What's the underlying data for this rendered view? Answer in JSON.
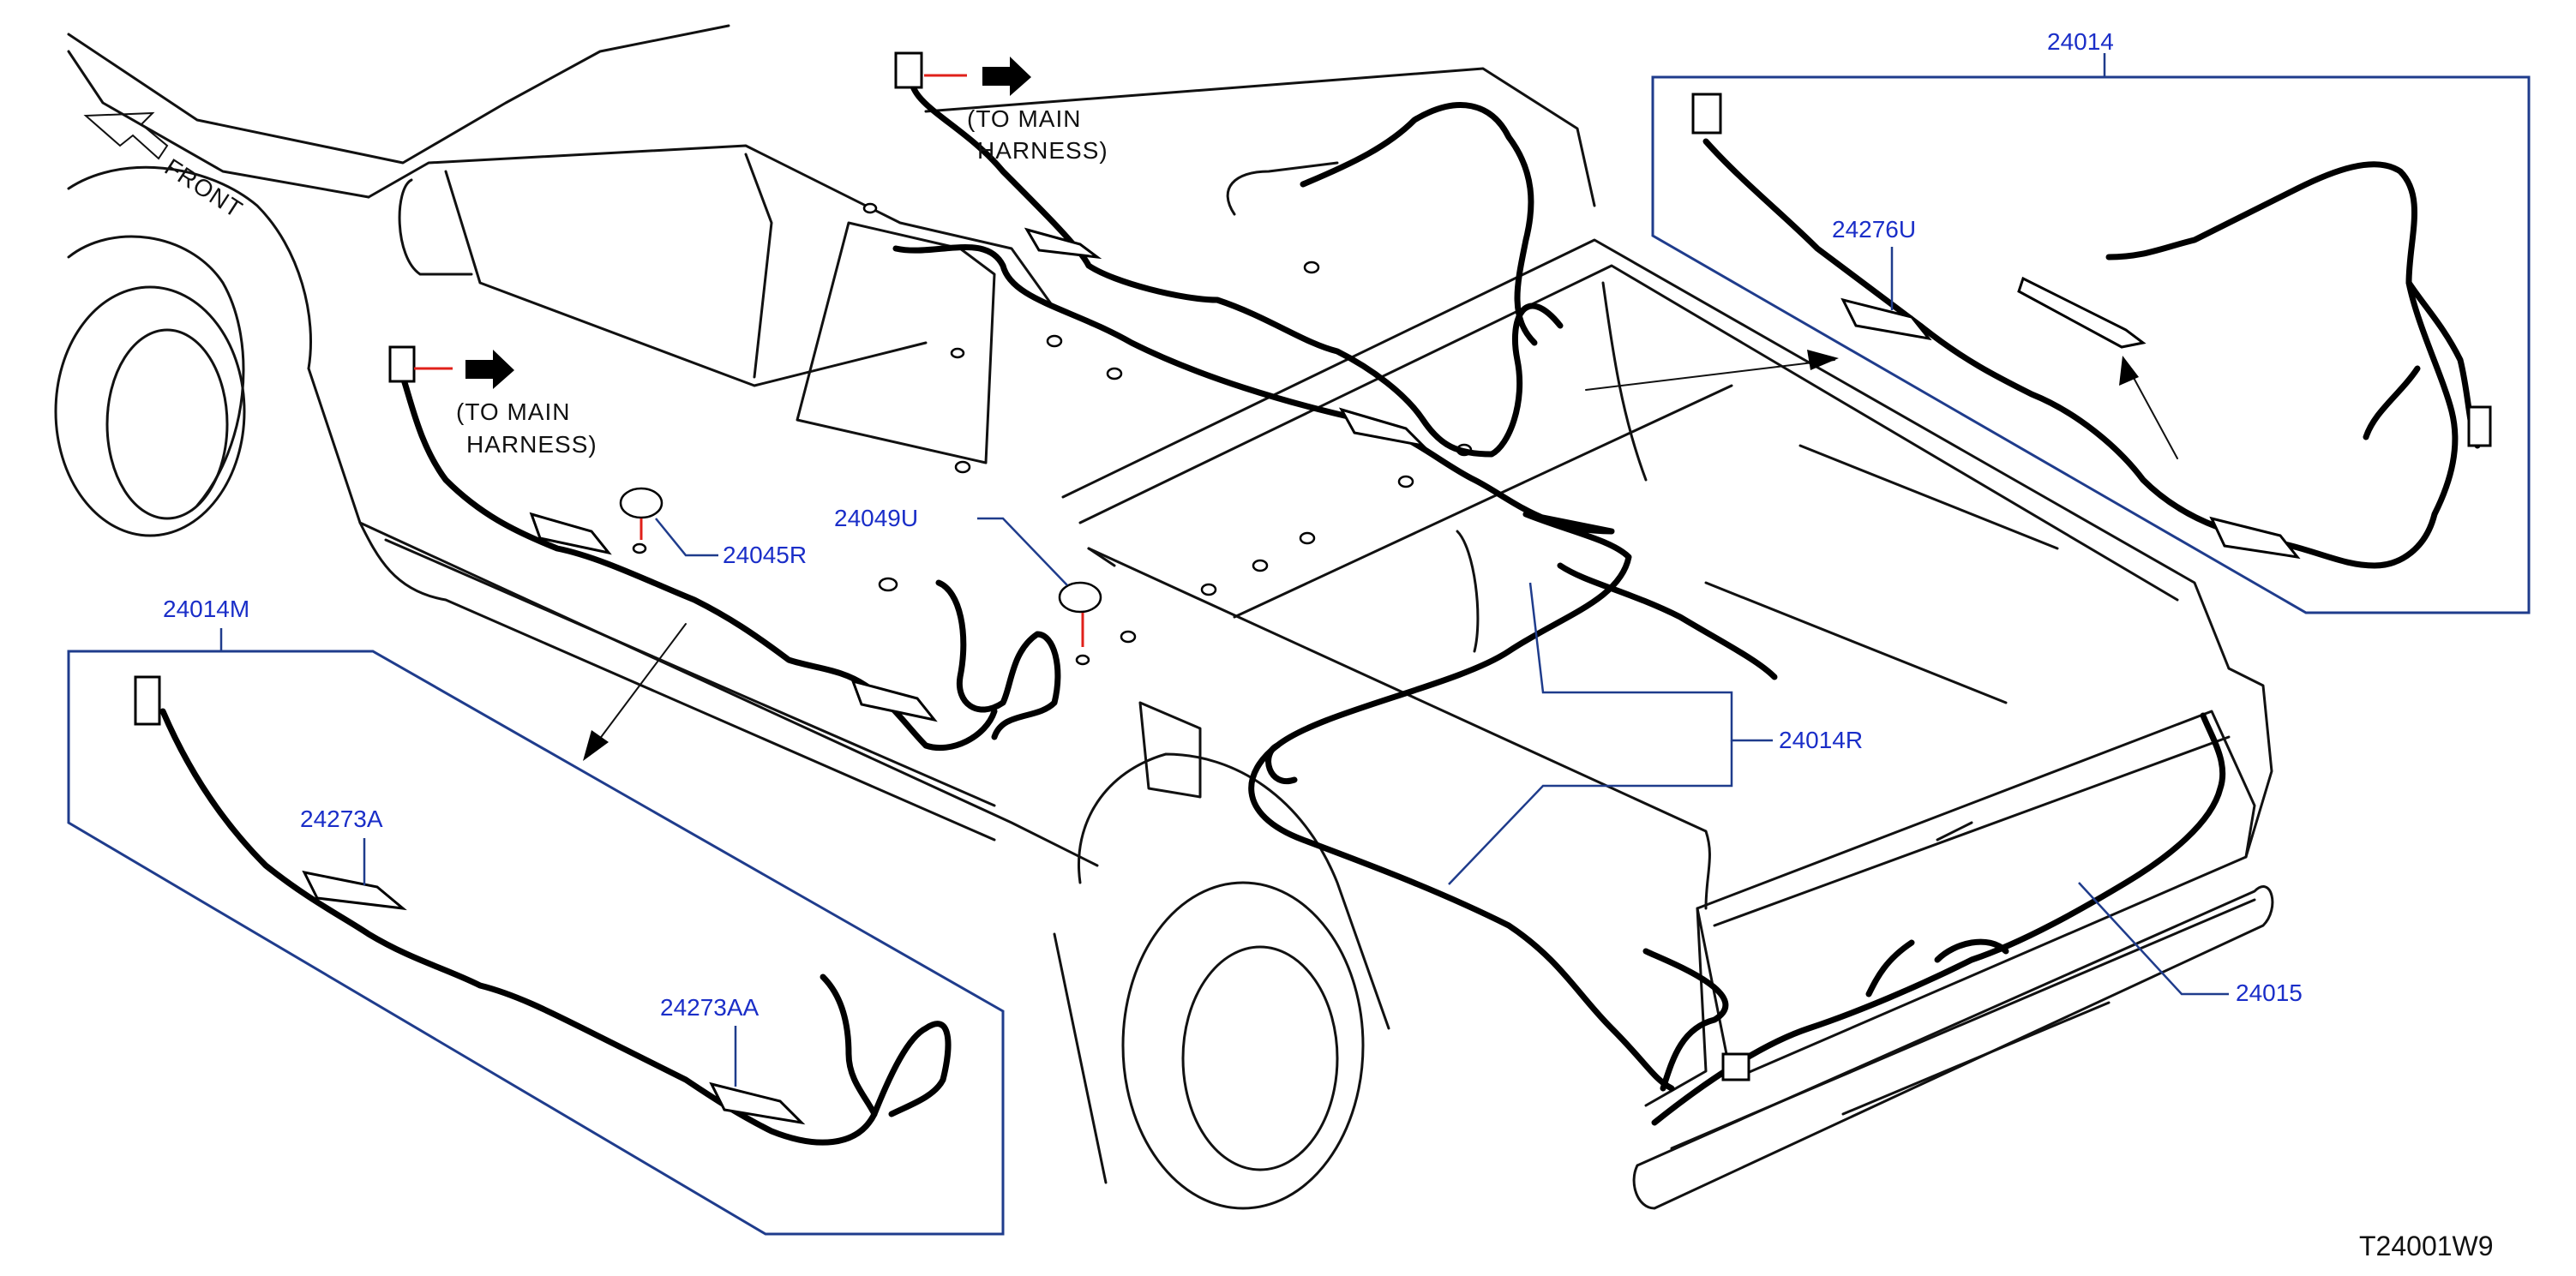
{
  "front_label": "FRONT",
  "to_main_harness_upper": {
    "line1": "(TO   MAIN",
    "line2": "HARNESS)"
  },
  "to_main_harness_lower": {
    "line1": "(TO   MAIN",
    "line2": "HARNESS)"
  },
  "parts": {
    "p24014": "24014",
    "p24276U": "24276U",
    "p24014M": "24014M",
    "p24273A": "24273A",
    "p24273AA": "24273AA",
    "p24045R": "24045R",
    "p24049U": "24049U",
    "p24014R": "24014R",
    "p24015": "24015"
  },
  "drawing_code": "T24001W9",
  "colors": {
    "label_blue": "#1a2ec8",
    "box_blue": "#1f3c8c",
    "marker_red": "#e0201a"
  }
}
